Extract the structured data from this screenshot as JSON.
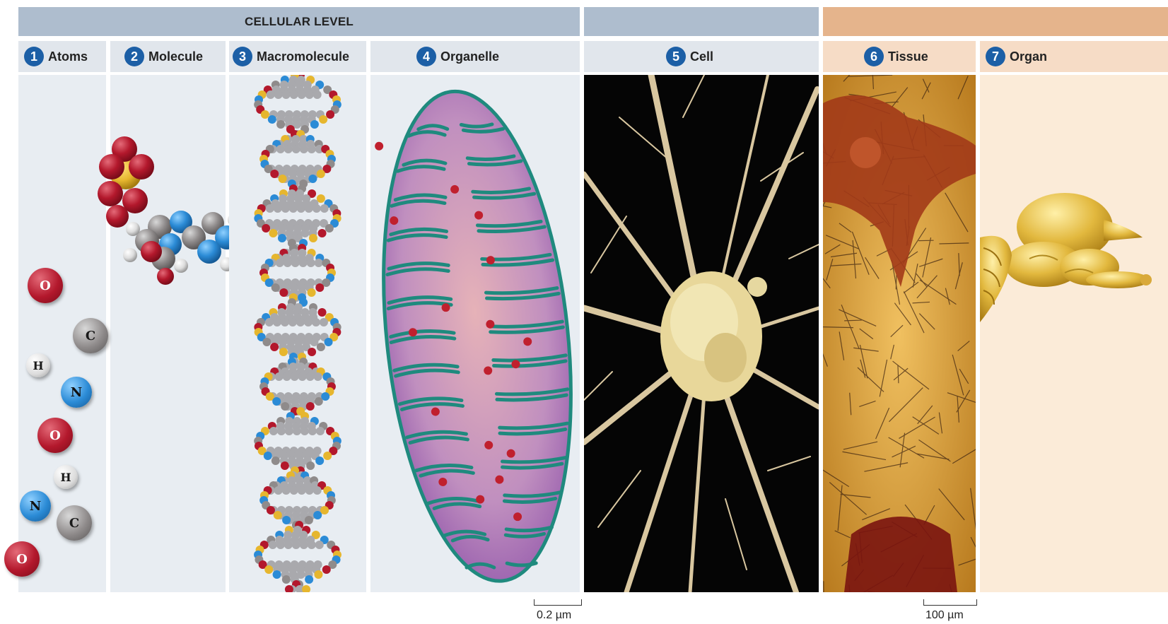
{
  "band": {
    "cellular_level": "CELLULAR LEVEL",
    "colors": {
      "cellular": "#aebdce",
      "middle": "#aebdce",
      "organismal": "#e5b48c"
    }
  },
  "columns": [
    {
      "number": "1",
      "label": "Atoms"
    },
    {
      "number": "2",
      "label": "Molecule"
    },
    {
      "number": "3",
      "label": "Macromolecule"
    },
    {
      "number": "4",
      "label": "Organelle"
    },
    {
      "number": "5",
      "label": "Cell"
    },
    {
      "number": "6",
      "label": "Tissue"
    },
    {
      "number": "7",
      "label": "Organ"
    }
  ],
  "atoms": [
    "O",
    "C",
    "H",
    "N",
    "O",
    "H",
    "N",
    "C",
    "O"
  ],
  "scale_bars": {
    "organelle": "0.2 µm",
    "tissue": "100 µm"
  },
  "colors": {
    "header_bg": "#e1e6ec",
    "panel_bg": "#e8edf2",
    "organ_header_bg": "#f6dcc6",
    "organ_bg": "#fbebd8",
    "number_badge": "#1c5fa6"
  }
}
